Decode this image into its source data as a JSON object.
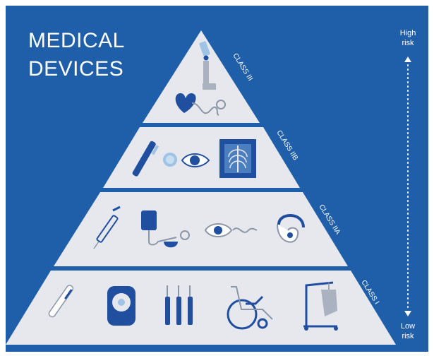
{
  "title": {
    "line1": "MEDICAL",
    "line2": "DEVICES"
  },
  "risk_scale": {
    "high_line1": "High",
    "high_line2": "risk",
    "low_line1": "Low",
    "low_line2": "risk"
  },
  "tiers": [
    {
      "label": "CLASS III",
      "icons": [
        "prosthetic-leg-icon",
        "pacemaker-heart-icon"
      ]
    },
    {
      "label": "CLASS IIB",
      "icons": [
        "insulin-pen-icon",
        "contact-lens-icon",
        "eye-icon",
        "xray-icon"
      ]
    },
    {
      "label": "CLASS IIA",
      "icons": [
        "syringe-icon",
        "blood-pressure-monitor-icon",
        "eye-probe-icon",
        "hearing-aid-icon"
      ]
    },
    {
      "label": "CLASS I",
      "icons": [
        "thermometer-icon",
        "bandage-roll-icon",
        "dental-tools-icon",
        "wheelchair-icon",
        "patient-lift-icon"
      ]
    }
  ],
  "colors": {
    "background": "#1f5ea9",
    "pyramid_fill": "#e6e8ee",
    "icon_dark": "#1f4f9e",
    "icon_light": "#9fc3e4",
    "icon_line": "#8b96a6"
  }
}
